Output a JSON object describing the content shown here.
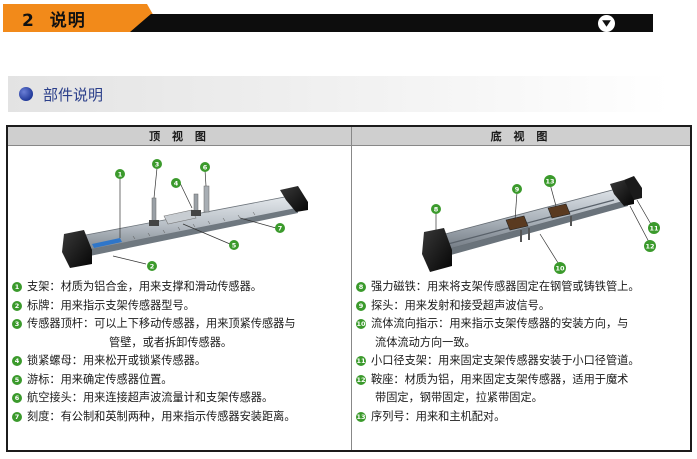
{
  "header": {
    "number": "2",
    "title": "说明"
  },
  "section": {
    "title": "部件说明"
  },
  "left": {
    "heading": "顶 视 图",
    "items": [
      {
        "n": "1",
        "text": "支架：材质为铝合金，用来支撑和滑动传感器。"
      },
      {
        "n": "2",
        "text": "标牌：用来指示支架传感器型号。"
      },
      {
        "n": "3",
        "text": "传感器顶杆：可以上下移动传感器，用来顶紧传感器与",
        "cont": "管壁，或者拆卸传感器。"
      },
      {
        "n": "4",
        "text": "锁紧螺母：用来松开或锁紧传感器。"
      },
      {
        "n": "5",
        "text": "游标：用来确定传感器位置。"
      },
      {
        "n": "6",
        "text": "航空接头：用来连接超声波流量计和支架传感器。"
      },
      {
        "n": "7",
        "text": "刻度：有公制和英制两种，用来指示传感器安装距离。"
      }
    ]
  },
  "right": {
    "heading": "底 视 图",
    "items": [
      {
        "n": "8",
        "text": "强力磁铁：用来将支架传感器固定在钢管或铸铁管上。"
      },
      {
        "n": "9",
        "text": "探头：用来发射和接受超声波信号。"
      },
      {
        "n": "10",
        "text": "流体流向指示：用来指示支架传感器的安装方向，与",
        "cont": "流体流动方向一致。"
      },
      {
        "n": "11",
        "text": "小口径支架：用来固定支架传感器安装于小口径管道。"
      },
      {
        "n": "12",
        "text": "鞍座：材质为铝，用来固定支架传感器，适用于魔术",
        "cont": "带固定，钢带固定，拉紧带固定。"
      },
      {
        "n": "13",
        "text": "序列号：用来和主机配对。"
      }
    ]
  },
  "top_view_labels": [
    "1",
    "2",
    "3",
    "4",
    "5",
    "6",
    "7"
  ],
  "bottom_view_labels": [
    "8",
    "9",
    "10",
    "11",
    "12",
    "13"
  ],
  "colors": {
    "accent": "#f28a1a",
    "label_green": "#3b9a2c",
    "title_blue": "#2b3f8a"
  }
}
